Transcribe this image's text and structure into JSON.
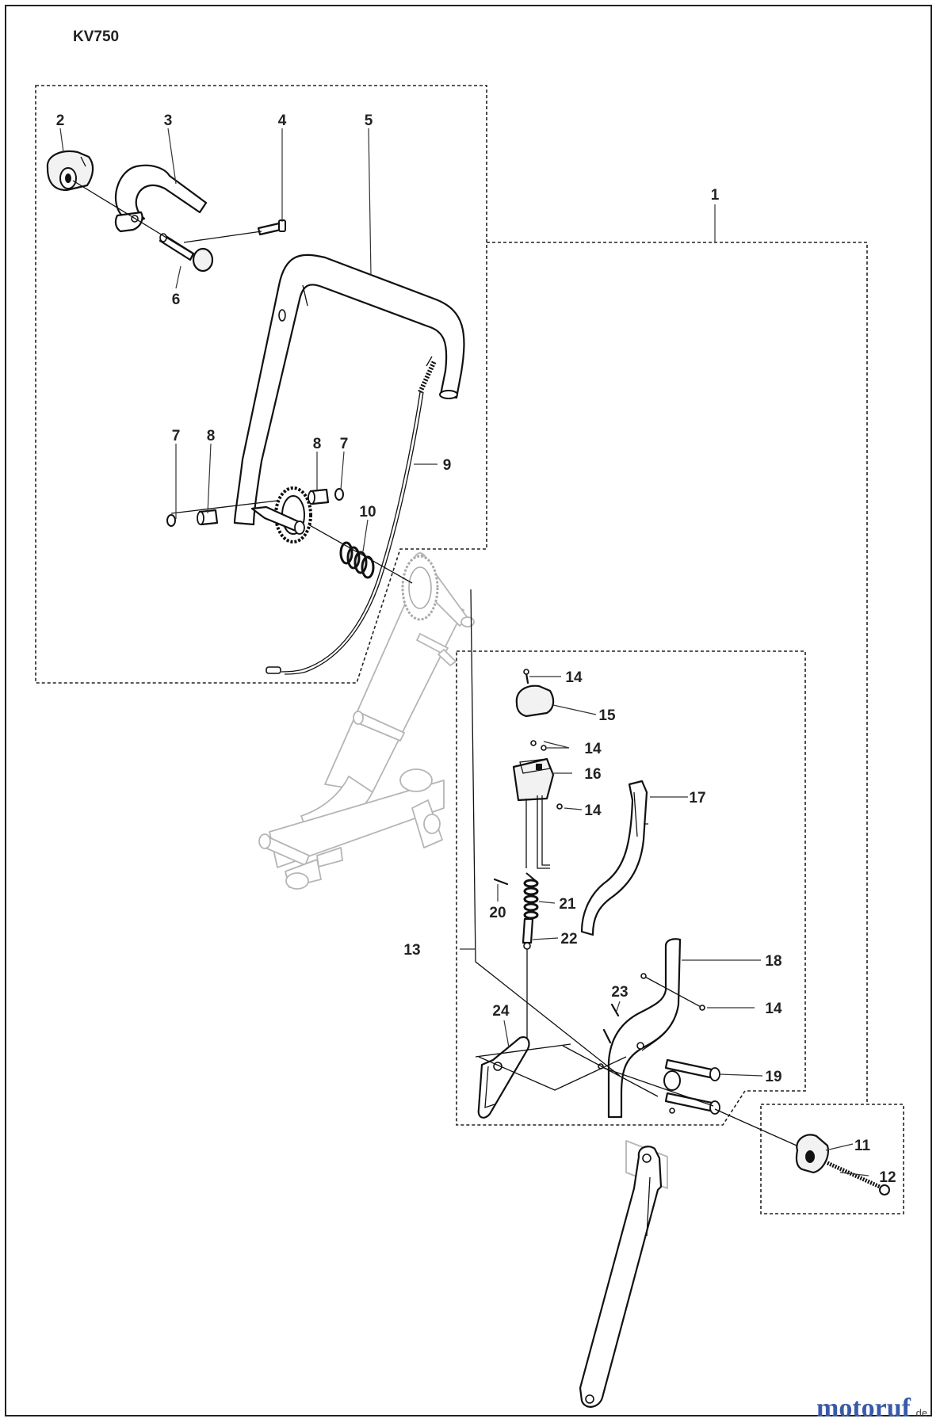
{
  "model": "KV750",
  "callouts": [
    {
      "id": "c1",
      "text": "1"
    },
    {
      "id": "c2",
      "text": "2"
    },
    {
      "id": "c3",
      "text": "3"
    },
    {
      "id": "c4",
      "text": "4"
    },
    {
      "id": "c5",
      "text": "5"
    },
    {
      "id": "c6",
      "text": "6"
    },
    {
      "id": "c7a",
      "text": "7"
    },
    {
      "id": "c8a",
      "text": "8"
    },
    {
      "id": "c8b",
      "text": "8"
    },
    {
      "id": "c7b",
      "text": "7"
    },
    {
      "id": "c9",
      "text": "9"
    },
    {
      "id": "c10",
      "text": "10"
    },
    {
      "id": "c11",
      "text": "11"
    },
    {
      "id": "c12",
      "text": "12"
    },
    {
      "id": "c13",
      "text": "13"
    },
    {
      "id": "c14a",
      "text": "14"
    },
    {
      "id": "c15",
      "text": "15"
    },
    {
      "id": "c14b",
      "text": "14"
    },
    {
      "id": "c16",
      "text": "16"
    },
    {
      "id": "c14c",
      "text": "14"
    },
    {
      "id": "c17",
      "text": "17"
    },
    {
      "id": "c20",
      "text": "20"
    },
    {
      "id": "c21",
      "text": "21"
    },
    {
      "id": "c22",
      "text": "22"
    },
    {
      "id": "c18",
      "text": "18"
    },
    {
      "id": "c23",
      "text": "23"
    },
    {
      "id": "c24",
      "text": "24"
    },
    {
      "id": "c14d",
      "text": "14"
    },
    {
      "id": "c19",
      "text": "19"
    }
  ],
  "watermark": {
    "main": "motoruf",
    "suffix": ".de"
  },
  "colors": {
    "ink": "#111111",
    "ghost": "#b5b5b5",
    "watermark_blue": "#3a5aa8",
    "watermark_red": "#c0392b"
  }
}
